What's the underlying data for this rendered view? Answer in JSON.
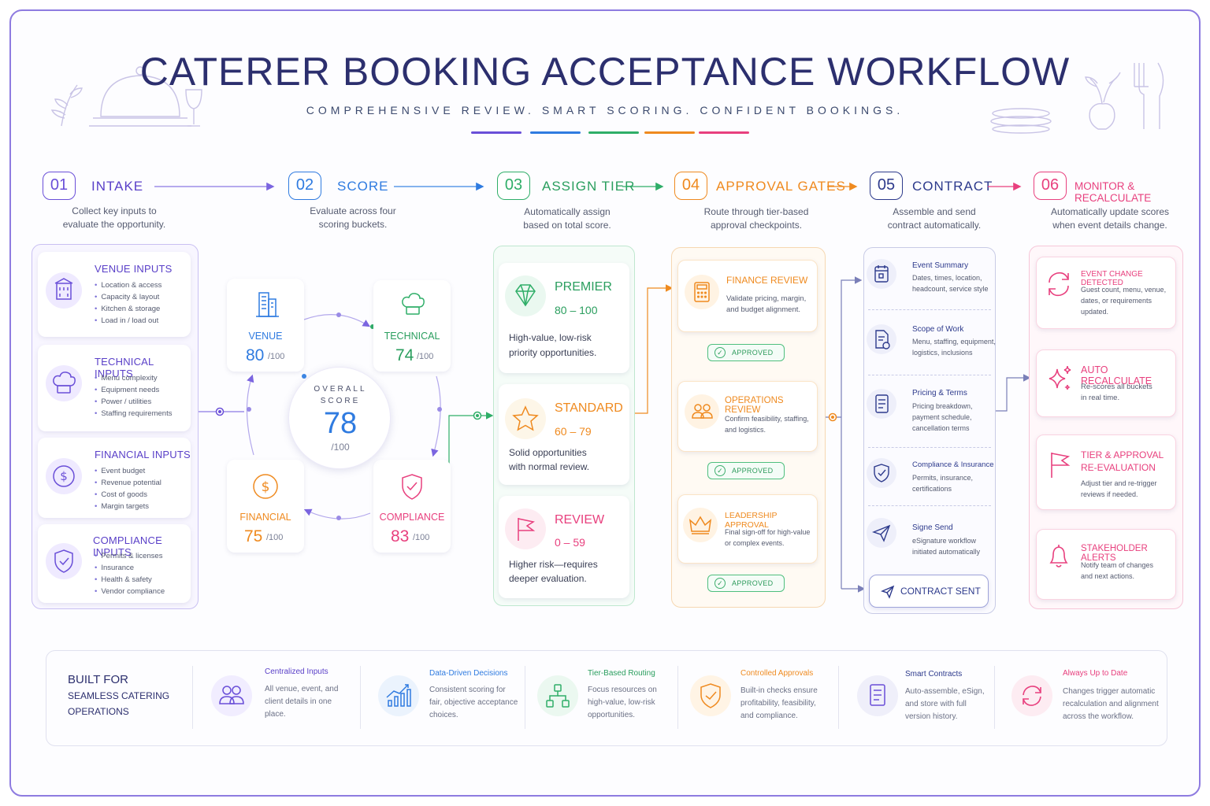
{
  "header": {
    "title": "CATERER BOOKING ACCEPTANCE WORKFLOW",
    "subtitle": "COMPREHENSIVE REVIEW. SMART SCORING. CONFIDENT BOOKINGS."
  },
  "colors": {
    "purple": "#6a4fd8",
    "blue": "#2f7be0",
    "green": "#2fae68",
    "orange": "#ef8a1f",
    "navy": "#2d3a8c",
    "pink": "#e8407e"
  },
  "steps": [
    {
      "num": "01",
      "label": "INTAKE",
      "desc1": "Collect key inputs to",
      "desc2": "evaluate the opportunity."
    },
    {
      "num": "02",
      "label": "SCORE",
      "desc1": "Evaluate across four",
      "desc2": "scoring buckets."
    },
    {
      "num": "03",
      "label": "ASSIGN TIER",
      "desc1": "Automatically assign",
      "desc2": "based on total score."
    },
    {
      "num": "04",
      "label": "APPROVAL GATES",
      "desc1": "Route through tier-based",
      "desc2": "approval checkpoints."
    },
    {
      "num": "05",
      "label": "CONTRACT",
      "desc1": "Assemble and send",
      "desc2": "contract automatically."
    },
    {
      "num": "06",
      "label": "MONITOR & RECALCULATE",
      "desc1": "Automatically update scores",
      "desc2": "when event details change."
    }
  ],
  "intake": [
    {
      "icon": "building-icon",
      "title": "VENUE INPUTS",
      "items": [
        "Location & access",
        "Capacity & layout",
        "Kitchen & storage",
        "Load in / load out"
      ]
    },
    {
      "icon": "chef-hat-icon",
      "title": "TECHNICAL INPUTS",
      "items": [
        "Menu complexity",
        "Equipment needs",
        "Power / utilities",
        "Staffing requirements"
      ]
    },
    {
      "icon": "dollar-icon",
      "title": "FINANCIAL INPUTS",
      "items": [
        "Event budget",
        "Revenue potential",
        "Cost of goods",
        "Margin targets"
      ]
    },
    {
      "icon": "shield-check-icon",
      "title": "COMPLIANCE INPUTS",
      "items": [
        "Permits & licenses",
        "Insurance",
        "Health & safety",
        "Vendor compliance"
      ]
    }
  ],
  "score": {
    "overall_label": "OVERALL SCORE",
    "overall_value": "78",
    "overall_max": "/100",
    "buckets": [
      {
        "icon": "building-icon",
        "label": "VENUE",
        "value": "80",
        "max": "/100"
      },
      {
        "icon": "chef-hat-icon",
        "label": "TECHNICAL",
        "value": "74",
        "max": "/100"
      },
      {
        "icon": "dollar-icon",
        "label": "FINANCIAL",
        "value": "75",
        "max": "/100"
      },
      {
        "icon": "shield-check-icon",
        "label": "COMPLIANCE",
        "value": "83",
        "max": "/100"
      }
    ]
  },
  "tiers": [
    {
      "icon": "diamond-icon",
      "name": "PREMIER",
      "range": "80 – 100",
      "desc1": "High-value, low-risk",
      "desc2": "priority opportunities."
    },
    {
      "icon": "star-icon",
      "name": "STANDARD",
      "range": "60 – 79",
      "desc1": "Solid opportunities",
      "desc2": "with normal review."
    },
    {
      "icon": "flag-icon",
      "name": "REVIEW",
      "range": "0 – 59",
      "desc1": "Higher risk—requires",
      "desc2": "deeper evaluation."
    }
  ],
  "approvals": [
    {
      "icon": "calculator-icon",
      "title": "FINANCE REVIEW",
      "desc1": "Validate pricing, margin,",
      "desc2": "and budget alignment.",
      "badge": "APPROVED"
    },
    {
      "icon": "people-icon",
      "title": "OPERATIONS REVIEW",
      "desc1": "Confirm feasibility, staffing,",
      "desc2": "and logistics.",
      "badge": "APPROVED"
    },
    {
      "icon": "crown-icon",
      "title": "LEADERSHIP APPROVAL",
      "desc1": "Final sign-off for high-value",
      "desc2": "or complex events.",
      "badge": "APPROVED"
    }
  ],
  "contract": {
    "sections": [
      {
        "icon": "calendar-doc-icon",
        "title": "Event Summary",
        "desc1": "Dates, times, location,",
        "desc2": "headcount, service style",
        "desc3": ""
      },
      {
        "icon": "doc-settings-icon",
        "title": "Scope of Work",
        "desc1": "Menu, staffing, equipment,",
        "desc2": "logistics, inclusions",
        "desc3": ""
      },
      {
        "icon": "doc-list-icon",
        "title": "Pricing & Terms",
        "desc1": "Pricing breakdown,",
        "desc2": "payment schedule,",
        "desc3": "cancellation terms"
      },
      {
        "icon": "shield-check-icon",
        "title": "Compliance & Insurance",
        "desc1": "Permits, insurance,",
        "desc2": "certifications",
        "desc3": ""
      },
      {
        "icon": "send-icon",
        "title": "Signe Send",
        "desc1": "eSignature workflow",
        "desc2": "initiated automatically",
        "desc3": ""
      }
    ],
    "sent_label": "CONTRACT SENT"
  },
  "monitor": [
    {
      "icon": "refresh-icon",
      "title1": "EVENT CHANGE DETECTED",
      "title2": "",
      "desc1": "Guest count, menu, venue,",
      "desc2": "dates, or requirements",
      "desc3": "updated."
    },
    {
      "icon": "sparkle-icon",
      "title1": "AUTO RECALCULATE",
      "title2": "",
      "desc1": "Re-scores all buckets",
      "desc2": "in real time.",
      "desc3": ""
    },
    {
      "icon": "flag-icon",
      "title1": "TIER & APPROVAL",
      "title2": "RE-EVALUATION",
      "desc1": "Adjust tier and re-trigger",
      "desc2": "reviews if needed.",
      "desc3": ""
    },
    {
      "icon": "bell-icon",
      "title1": "STAKEHOLDER ALERTS",
      "title2": "",
      "desc1": "Notify team of changes",
      "desc2": "and next actions.",
      "desc3": ""
    }
  ],
  "footer": {
    "heading1": "BUILT FOR",
    "heading2": "SEAMLESS CATERING",
    "heading3": "OPERATIONS",
    "features": [
      {
        "icon": "people-icon",
        "title": "Centralized Inputs",
        "d1": "All venue, event, and",
        "d2": "client details in one",
        "d3": "place."
      },
      {
        "icon": "growth-chart-icon",
        "title": "Data-Driven Decisions",
        "d1": "Consistent scoring for",
        "d2": "fair, objective acceptance",
        "d3": "choices."
      },
      {
        "icon": "hierarchy-icon",
        "title": "Tier-Based Routing",
        "d1": "Focus resources on",
        "d2": "high-value, low-risk",
        "d3": "opportunities."
      },
      {
        "icon": "shield-check-icon",
        "title": "Controlled Approvals",
        "d1": "Built-in checks ensure",
        "d2": "profitability, feasibility,",
        "d3": "and compliance."
      },
      {
        "icon": "doc-list-icon",
        "title": "Smart Contracts",
        "d1": "Auto-assemble, eSign,",
        "d2": "and store with full",
        "d3": "version history."
      },
      {
        "icon": "refresh-icon",
        "title": "Always Up to Date",
        "d1": "Changes trigger automatic",
        "d2": "recalculation and alignment",
        "d3": "across the workflow."
      }
    ]
  }
}
